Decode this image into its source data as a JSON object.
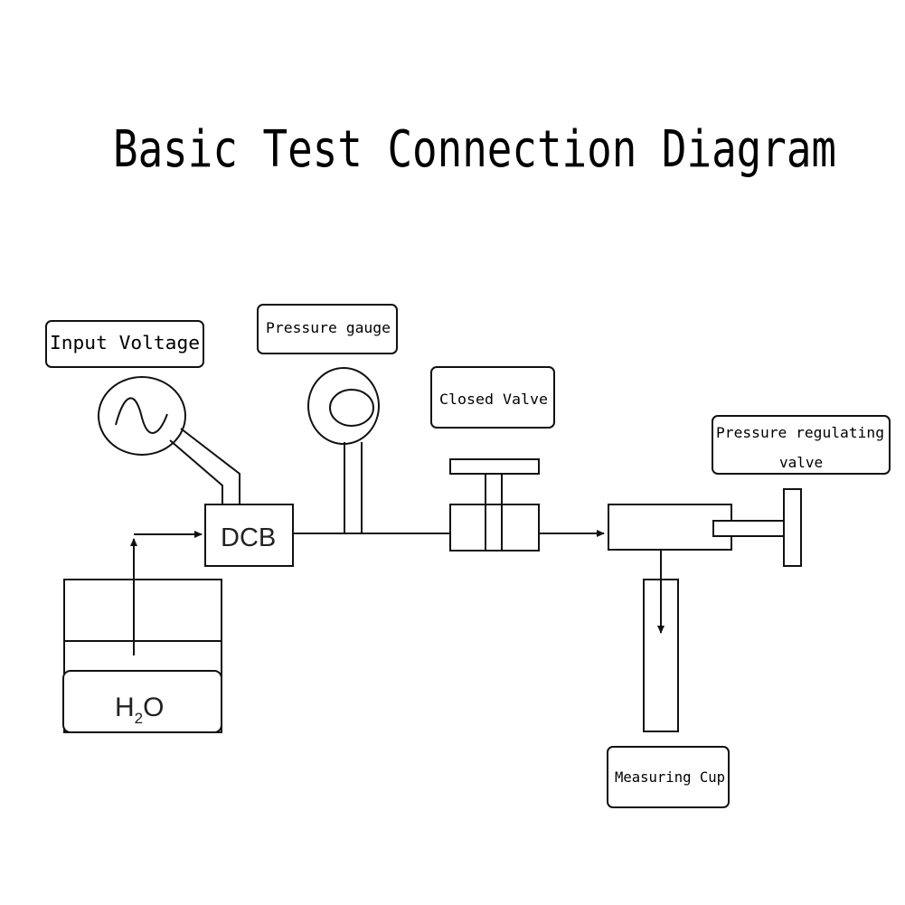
{
  "title": "Basic Test Connection Diagram",
  "labels": {
    "input_voltage": "Input Voltage",
    "pressure_gauge": "Pressure gauge",
    "closed_valve": "Closed Valve",
    "pressure_regulating_line1": "Pressure regulating",
    "pressure_regulating_line2": "valve",
    "measuring_cup": "Measuring Cup",
    "dcb": "DCB",
    "water_h": "H",
    "water_sub": "2",
    "water_o": "O"
  }
}
